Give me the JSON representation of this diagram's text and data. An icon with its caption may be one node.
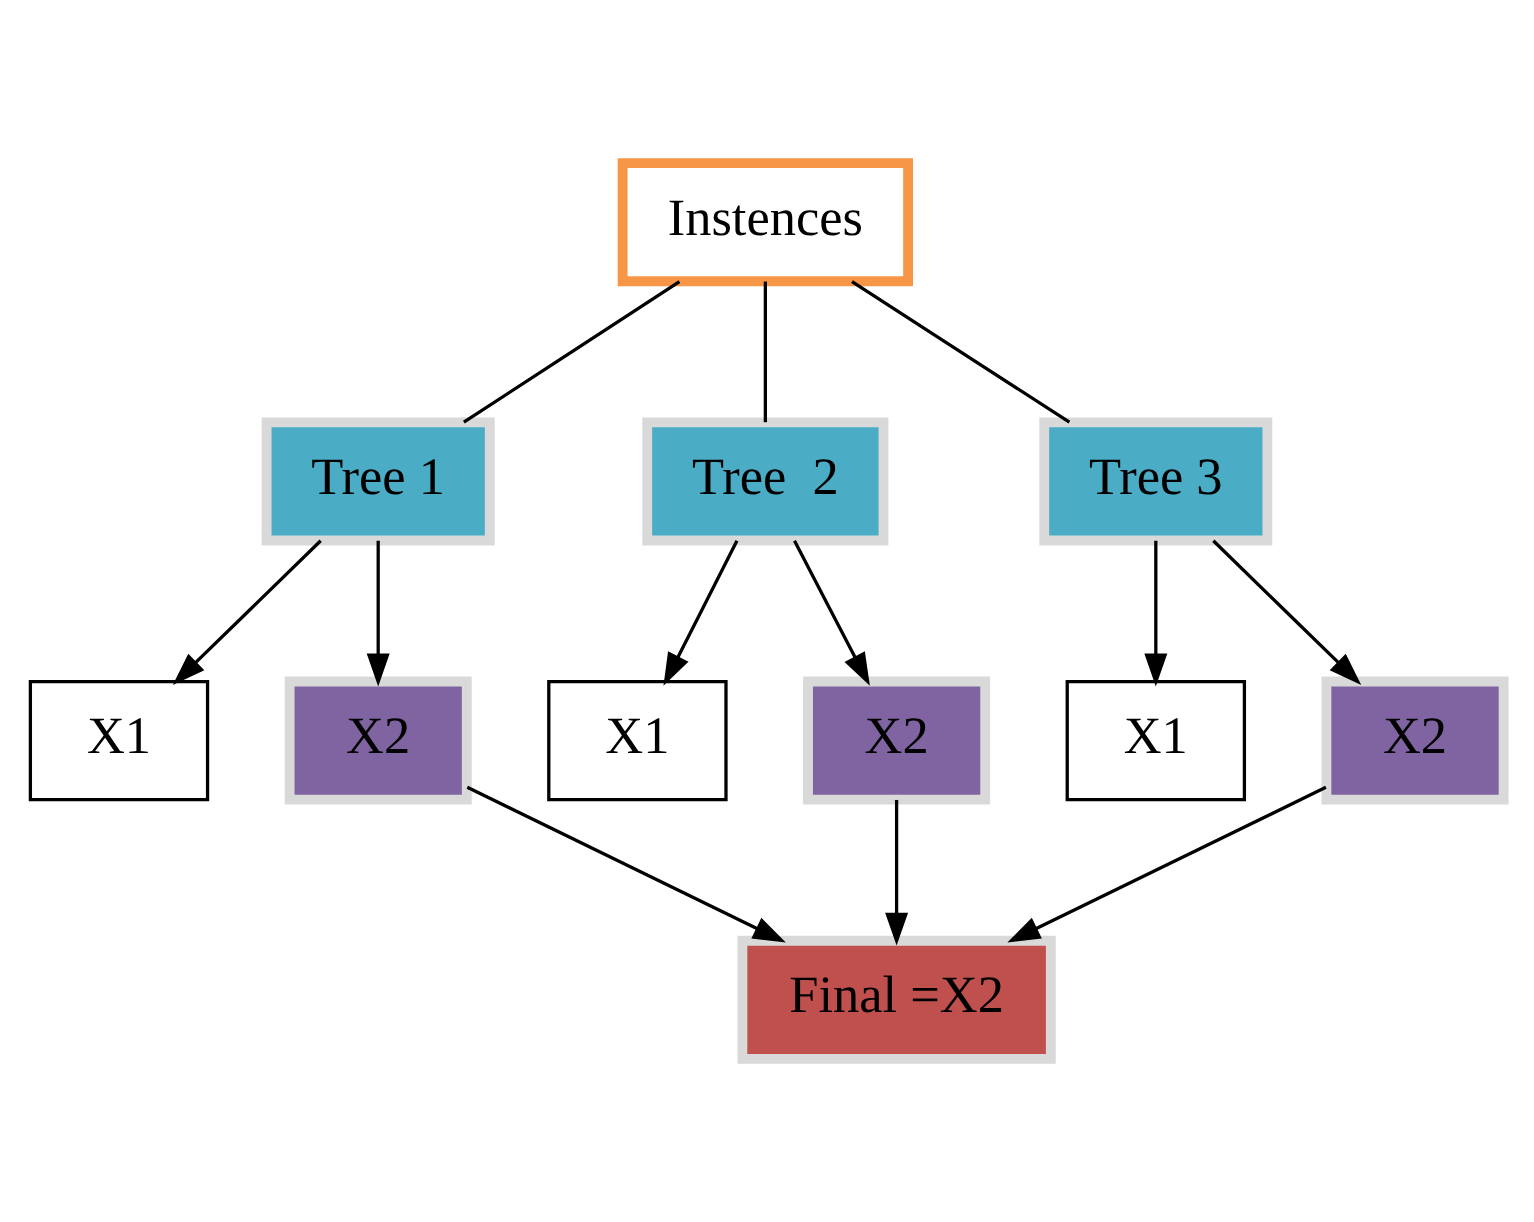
{
  "diagram": {
    "nodes": [
      {
        "text": [
          "Instences"
        ]
      },
      {
        "text": [
          "Tree 1"
        ]
      },
      {
        "text": [
          "Tree  2"
        ]
      },
      {
        "text": [
          "Tree 3"
        ]
      },
      {
        "text": [
          "X1"
        ]
      },
      {
        "text": [
          "X2"
        ]
      },
      {
        "text": [
          "X1"
        ]
      },
      {
        "text": [
          "X2"
        ]
      },
      {
        "text": [
          "X1"
        ]
      },
      {
        "text": [
          "X2"
        ]
      },
      {
        "text": [
          "Final =X2"
        ]
      }
    ],
    "edges": [
      {
        "from": 0,
        "to": 1,
        "arrow": "none"
      },
      {
        "from": 0,
        "to": 2,
        "arrow": "none"
      },
      {
        "from": 0,
        "to": 3,
        "arrow": "none"
      },
      {
        "from": 1,
        "to": 4,
        "arrow": "to"
      },
      {
        "from": 1,
        "to": 5,
        "arrow": "to"
      },
      {
        "from": 2,
        "to": 6,
        "arrow": "to"
      },
      {
        "from": 2,
        "to": 7,
        "arrow": "to"
      },
      {
        "from": 3,
        "to": 8,
        "arrow": "to"
      },
      {
        "from": 3,
        "to": 9,
        "arrow": "to"
      },
      {
        "from": 5,
        "to": 10,
        "arrow": "to"
      },
      {
        "from": 7,
        "to": 10,
        "arrow": "to"
      },
      {
        "from": 9,
        "to": 10,
        "arrow": "to"
      }
    ]
  }
}
